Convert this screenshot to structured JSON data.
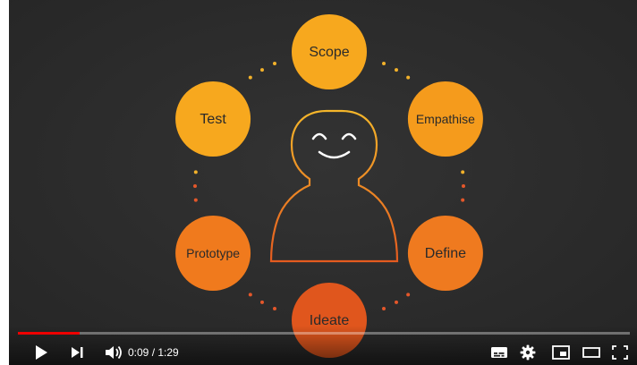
{
  "video": {
    "stages": [
      {
        "label": "Scope",
        "color": "#f7a81e"
      },
      {
        "label": "Empathise",
        "color": "#f59b1c"
      },
      {
        "label": "Define",
        "color": "#ef7a1f"
      },
      {
        "label": "Ideate",
        "color": "#e0561d"
      },
      {
        "label": "Prototype",
        "color": "#f07a1d"
      },
      {
        "label": "Test",
        "color": "#f7a81e"
      }
    ]
  },
  "player": {
    "current_time": "0:09",
    "duration": "1:29",
    "time_text": "0:09 / 1:29",
    "progress": 0.101,
    "accent_color": "#ee0000"
  }
}
